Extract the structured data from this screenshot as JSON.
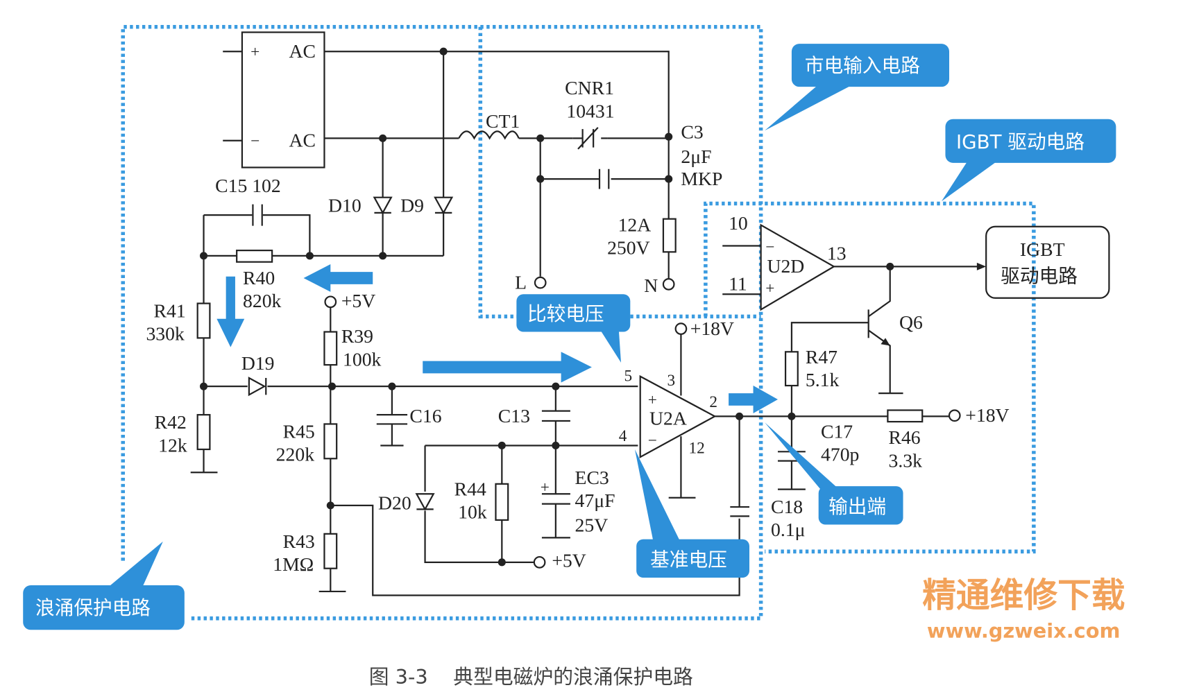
{
  "caption": "图 3-3    典型电磁炉的浪涌保护电路",
  "watermark": {
    "cn": "精通维修下载",
    "url": "www.gzweix.com"
  },
  "colors": {
    "callout": "#2e90d9",
    "dotted_box": "#3a9be0",
    "watermark": "#f2a25a",
    "wire": "#222222"
  },
  "callouts": {
    "mains": "市电输入电路",
    "igbt_drive": "IGBT 驱动电路",
    "compare": "比较电压",
    "output": "输出端",
    "reference": "基准电压",
    "surge": "浪涌保护电路"
  },
  "bridge": {
    "plus": "+",
    "minus": "−",
    "ac1": "AC",
    "ac2": "AC"
  },
  "labels": {
    "ct1": "CT1",
    "cnr1": "CNR1",
    "cnr1_val": "10431",
    "c3": "C3",
    "c3_val": "2μF",
    "c3_type": "MKP",
    "fuse_a": "12A",
    "fuse_v": "250V",
    "l": "L",
    "n": "N",
    "c15": "C15 102",
    "d10": "D10",
    "d9": "D9",
    "r40": "R40",
    "r40_val": "820k",
    "vcc5_a": "+5V",
    "r41": "R41",
    "r41_val": "330k",
    "d19": "D19",
    "r39": "R39",
    "r39_val": "100k",
    "r42": "R42",
    "r42_val": "12k",
    "r45": "R45",
    "r45_val": "220k",
    "c16": "C16",
    "c13": "C13",
    "r44": "R44",
    "r44_val": "10k",
    "d20": "D20",
    "ec3": "EC3",
    "ec3_val": "47μF",
    "ec3_v": "25V",
    "r43": "R43",
    "r43_val": "1MΩ",
    "vcc5_b": "+5V",
    "vcc18_a": "+18V",
    "u2a": "U2A",
    "u2a_plus": "+",
    "u2a_minus": "−",
    "pin5": "5",
    "pin3": "3",
    "pin2": "2",
    "pin4": "4",
    "pin12": "12",
    "c17": "C17",
    "c17_val": "470p",
    "c18": "C18",
    "c18_val": "0.1μ",
    "r46": "R46",
    "r46_val": "3.3k",
    "vcc18_b": "+18V",
    "r47": "R47",
    "r47_val": "5.1k",
    "q6": "Q6",
    "u2d": "U2D",
    "u2d_minus": "−",
    "u2d_plus": "+",
    "pin10": "10",
    "pin11": "11",
    "pin13": "13",
    "igbt_box_1": "IGBT",
    "igbt_box_2": "驱动电路"
  }
}
